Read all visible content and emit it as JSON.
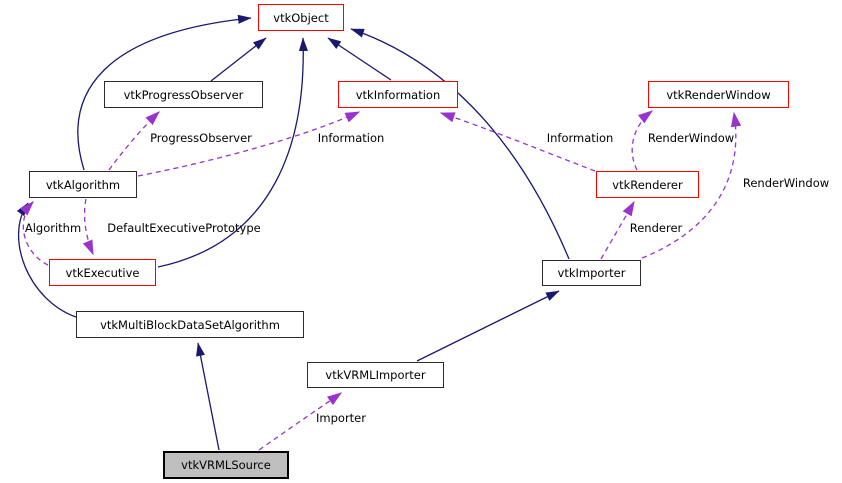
{
  "diagram": {
    "type": "collaboration-graph",
    "colors": {
      "inheritance_edge": "#191970",
      "usage_edge": "#9a32cd",
      "highlight_border": "#ff0000",
      "normal_border": "#000000",
      "current_node_fill": "#bfbfbf",
      "node_fill": "#ffffff"
    },
    "nodes": [
      {
        "label": "vtkObject",
        "border": "red"
      },
      {
        "label": "vtkProgressObserver",
        "border": "black"
      },
      {
        "label": "vtkInformation",
        "border": "red"
      },
      {
        "label": "vtkRenderWindow",
        "border": "red"
      },
      {
        "label": "vtkAlgorithm",
        "border": "black"
      },
      {
        "label": "vtkRenderer",
        "border": "red"
      },
      {
        "label": "vtkExecutive",
        "border": "red"
      },
      {
        "label": "vtkImporter",
        "border": "black"
      },
      {
        "label": "vtkMultiBlockDataSetAlgorithm",
        "border": "black"
      },
      {
        "label": "vtkVRMLImporter",
        "border": "black"
      },
      {
        "label": "vtkVRMLSource",
        "border": "black",
        "fill": "gray",
        "current": true
      }
    ],
    "edges": [
      {
        "from": "vtkProgressObserver",
        "to": "vtkObject",
        "style": "solid"
      },
      {
        "from": "vtkInformation",
        "to": "vtkObject",
        "style": "solid"
      },
      {
        "from": "vtkAlgorithm",
        "to": "vtkObject",
        "style": "solid"
      },
      {
        "from": "vtkExecutive",
        "to": "vtkObject",
        "style": "solid"
      },
      {
        "from": "vtkImporter",
        "to": "vtkObject",
        "style": "solid"
      },
      {
        "from": "vtkMultiBlockDataSetAlgorithm",
        "to": "vtkAlgorithm",
        "style": "solid"
      },
      {
        "from": "vtkVRMLSource",
        "to": "vtkMultiBlockDataSetAlgorithm",
        "style": "solid"
      },
      {
        "from": "vtkVRMLImporter",
        "to": "vtkImporter",
        "style": "solid"
      },
      {
        "from": "vtkAlgorithm",
        "to": "vtkProgressObserver",
        "style": "dashed",
        "label": "ProgressObserver"
      },
      {
        "from": "vtkAlgorithm",
        "to": "vtkInformation",
        "style": "dashed",
        "label": "Information"
      },
      {
        "from": "vtkExecutive",
        "to": "vtkAlgorithm",
        "style": "dashed",
        "label": "Algorithm"
      },
      {
        "from": "vtkAlgorithm",
        "to": "vtkExecutive",
        "style": "dashed",
        "label": "DefaultExecutivePrototype"
      },
      {
        "from": "vtkRenderer",
        "to": "vtkInformation",
        "style": "dashed",
        "label": "Information"
      },
      {
        "from": "vtkRenderer",
        "to": "vtkRenderWindow",
        "style": "dashed",
        "label": "RenderWindow"
      },
      {
        "from": "vtkImporter",
        "to": "vtkRenderWindow",
        "style": "dashed",
        "label": "RenderWindow"
      },
      {
        "from": "vtkImporter",
        "to": "vtkRenderer",
        "style": "dashed",
        "label": "Renderer"
      },
      {
        "from": "vtkVRMLSource",
        "to": "vtkVRMLImporter",
        "style": "dashed",
        "label": "Importer"
      }
    ]
  }
}
